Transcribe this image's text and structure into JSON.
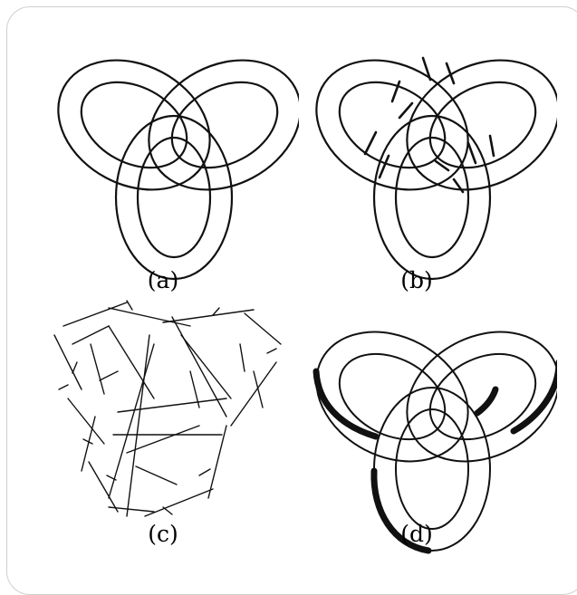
{
  "panels": [
    {
      "caption": "(a)"
    },
    {
      "caption": "(b)"
    },
    {
      "caption": "(c)"
    },
    {
      "caption": "(d)"
    }
  ],
  "colors": {
    "frame": "#cfcfcf",
    "stroke": "#111111",
    "background": "#ffffff"
  }
}
